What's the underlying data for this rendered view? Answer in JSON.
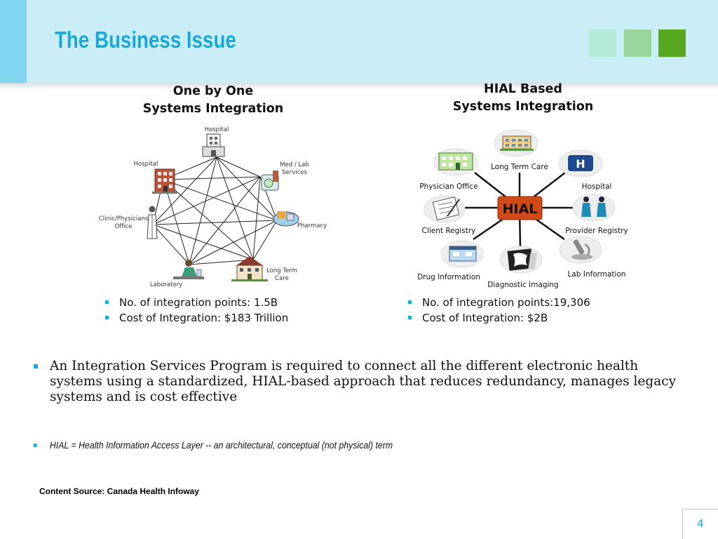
{
  "slide": {
    "title": "The Business Issue",
    "page_number": "4",
    "accent_colors": [
      "#b6ead8",
      "#98d79c",
      "#58a81f"
    ]
  },
  "left_panel": {
    "heading_line1": "One by One",
    "heading_line2": "Systems Integration",
    "nodes": [
      {
        "label1": "Hospital",
        "label2": "",
        "icon": "hospital-building-icon"
      },
      {
        "label1": "Med / Lab",
        "label2": "Services",
        "icon": "med-lab-services-icon"
      },
      {
        "label1": "Pharmacy",
        "label2": "",
        "icon": "pharmacy-icon"
      },
      {
        "label1": "Long Term",
        "label2": "Care",
        "icon": "long-term-care-icon"
      },
      {
        "label1": "Laboratory",
        "label2": "",
        "icon": "laboratory-icon"
      },
      {
        "label1": "Clinic/Physicians",
        "label2": "Office",
        "icon": "physician-icon"
      },
      {
        "label1": "Hospital",
        "label2": "",
        "icon": "hospital-icon"
      }
    ],
    "bullets": [
      "No. of integration points: 1.5B",
      "Cost of Integration: $183 Trillion"
    ]
  },
  "right_panel": {
    "heading_line1": "HIAL Based",
    "heading_line2": "Systems Integration",
    "hub_label": "HIAL",
    "nodes": [
      {
        "label": "Long Term Care",
        "icon": "long-term-care-icon"
      },
      {
        "label": "Hospital",
        "icon": "hospital-icon"
      },
      {
        "label": "Provider Registry",
        "icon": "provider-registry-icon"
      },
      {
        "label": "Lab Information",
        "icon": "microscope-icon"
      },
      {
        "label": "Diagnostic Imaging",
        "icon": "x-ray-icon"
      },
      {
        "label": "Drug Information",
        "icon": "pharmacy-icon"
      },
      {
        "label": "Client Registry",
        "icon": "client-registry-icon"
      },
      {
        "label": "Physician Office",
        "icon": "physician-office-icon"
      }
    ],
    "bullets": [
      "No. of integration points:19,306",
      "Cost of Integration: $2B"
    ]
  },
  "main_point": "An Integration Services Program is required to connect all the different electronic health systems using a standardized, HIAL-based approach that reduces redundancy, manages legacy systems and is cost effective",
  "footnote": "HIAL = Health Information Access Layer -- an architectural, conceptual (not physical) term",
  "source": "Content Source: Canada Health Infoway"
}
